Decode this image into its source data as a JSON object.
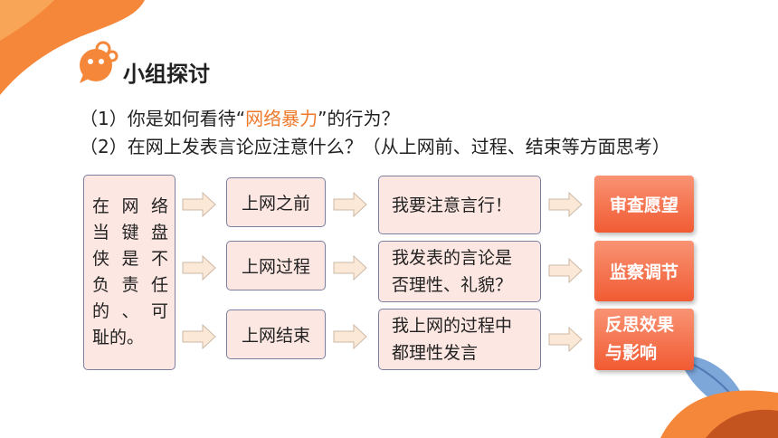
{
  "header": {
    "title": "小组探讨"
  },
  "questions": [
    {
      "prefix": "（1）你是如何看待“",
      "highlight": "网络暴力",
      "suffix": "”的行为？"
    },
    {
      "text": "（2）在网上发表言论应注意什么？（从上网前、过程、结束等方面思考）"
    }
  ],
  "summary": {
    "rows": [
      [
        "在",
        "网",
        "络"
      ],
      [
        "当",
        "键",
        "盘"
      ],
      [
        "侠",
        "是",
        "不"
      ],
      [
        "负",
        "责",
        "任"
      ],
      [
        "的",
        "、",
        "可"
      ],
      [
        "耻的。"
      ]
    ]
  },
  "stages": [
    "上网之前",
    "上网过程",
    "上网结束"
  ],
  "notes": [
    {
      "line1": "我要注意言行！",
      "line2": ""
    },
    {
      "line1": "我发表的言论是",
      "line2": "否理性、礼貌？"
    },
    {
      "line1": "我上网的过程中",
      "line2": "都理性发言"
    }
  ],
  "actions": [
    {
      "line1": "审查愿望",
      "line2": ""
    },
    {
      "line1": "监察调节",
      "line2": ""
    },
    {
      "line1": "反思效果",
      "line2": "与影响"
    }
  ],
  "colors": {
    "accent": "#ef7a2c",
    "box_fill": "#fde7e2",
    "box_border": "#7c7f9e",
    "action_top": "#f99374",
    "action_bottom": "#f15b33"
  },
  "icons": {
    "header": "speech-bubble-character-icon",
    "flow_arrow": "arrow-right-icon",
    "decor_tl": "orange-swoosh-decoration",
    "decor_br": "leaf-decoration"
  }
}
